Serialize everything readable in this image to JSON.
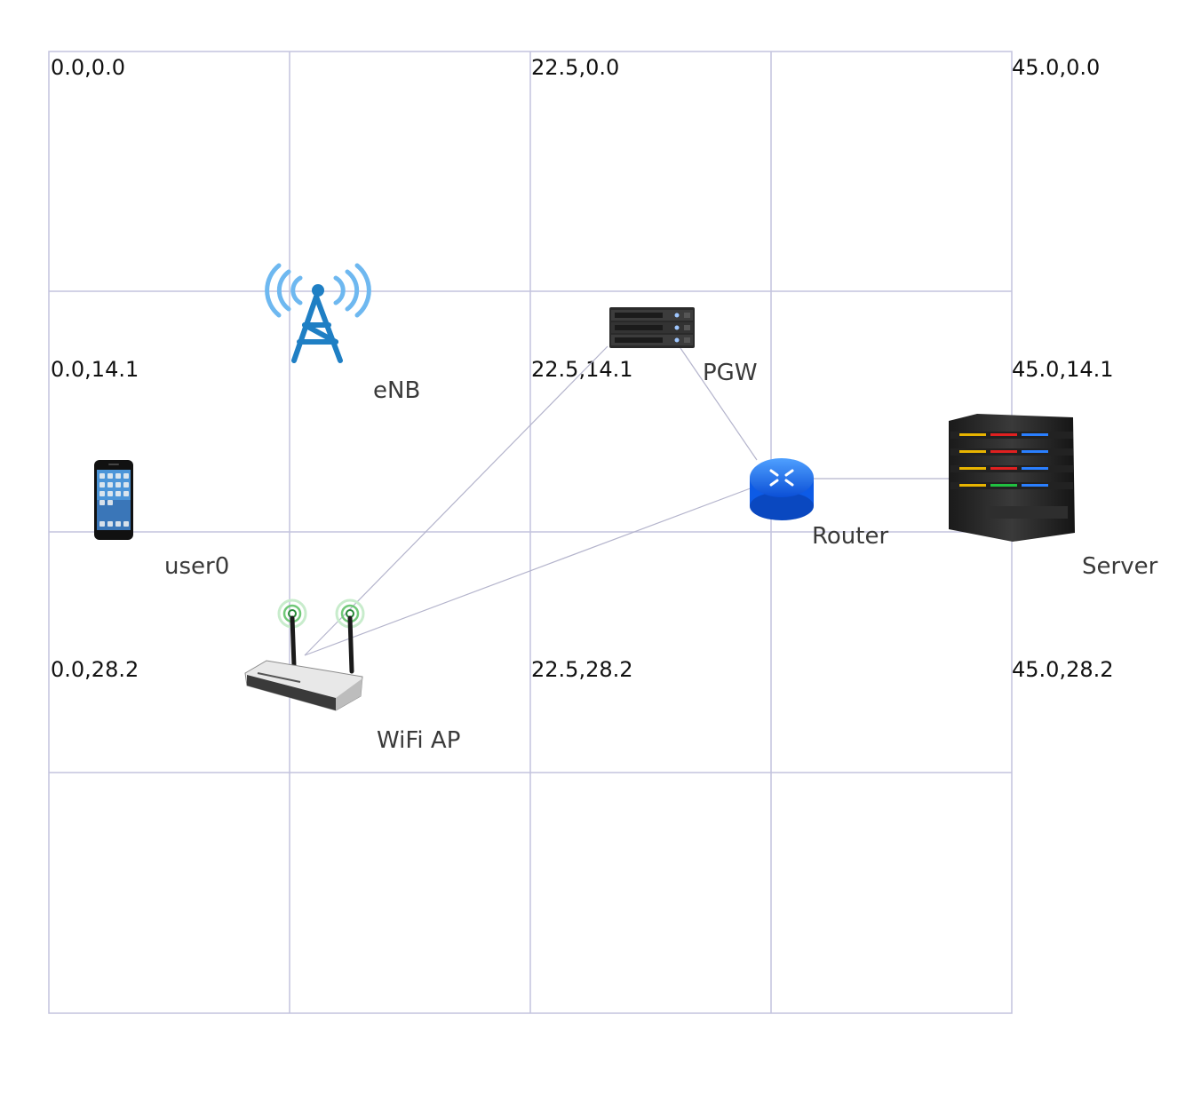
{
  "coordinate_labels": [
    "0.0,0.0",
    "22.5,0.0",
    "45.0,0.0",
    "0.0,14.1",
    "22.5,14.1",
    "45.0,14.1",
    "0.0,28.2",
    "22.5,28.2",
    "45.0,28.2"
  ],
  "nodes": {
    "enb": {
      "label": "eNB",
      "icon": "cell-tower-icon"
    },
    "pgw": {
      "label": "PGW",
      "icon": "server-rack-icon"
    },
    "router": {
      "label": "Router",
      "icon": "router-icon"
    },
    "server": {
      "label": "Server",
      "icon": "server-tower-icon"
    },
    "user": {
      "label": "user0",
      "icon": "smartphone-icon"
    },
    "wifi": {
      "label": "WiFi AP",
      "icon": "wifi-router-icon"
    }
  },
  "links": [
    {
      "from": "wifi",
      "to": "pgw"
    },
    {
      "from": "wifi",
      "to": "router"
    },
    {
      "from": "pgw",
      "to": "router"
    },
    {
      "from": "router",
      "to": "server"
    }
  ],
  "colors": {
    "grid": "#c3c3de",
    "link": "#b4b4cc",
    "tower": "#1f7fc4",
    "router": "#1a6fff"
  }
}
